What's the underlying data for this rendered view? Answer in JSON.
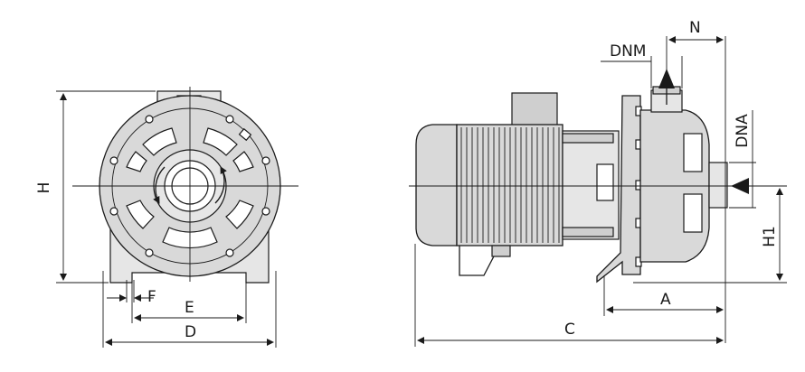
{
  "drawing": {
    "front_view": {
      "labels": {
        "H": "H",
        "F": "F",
        "E": "E",
        "D": "D"
      }
    },
    "side_view": {
      "labels": {
        "N": "N",
        "DNM": "DNM",
        "DNA": "DNA",
        "H1": "H1",
        "A": "A",
        "C": "C"
      }
    }
  }
}
